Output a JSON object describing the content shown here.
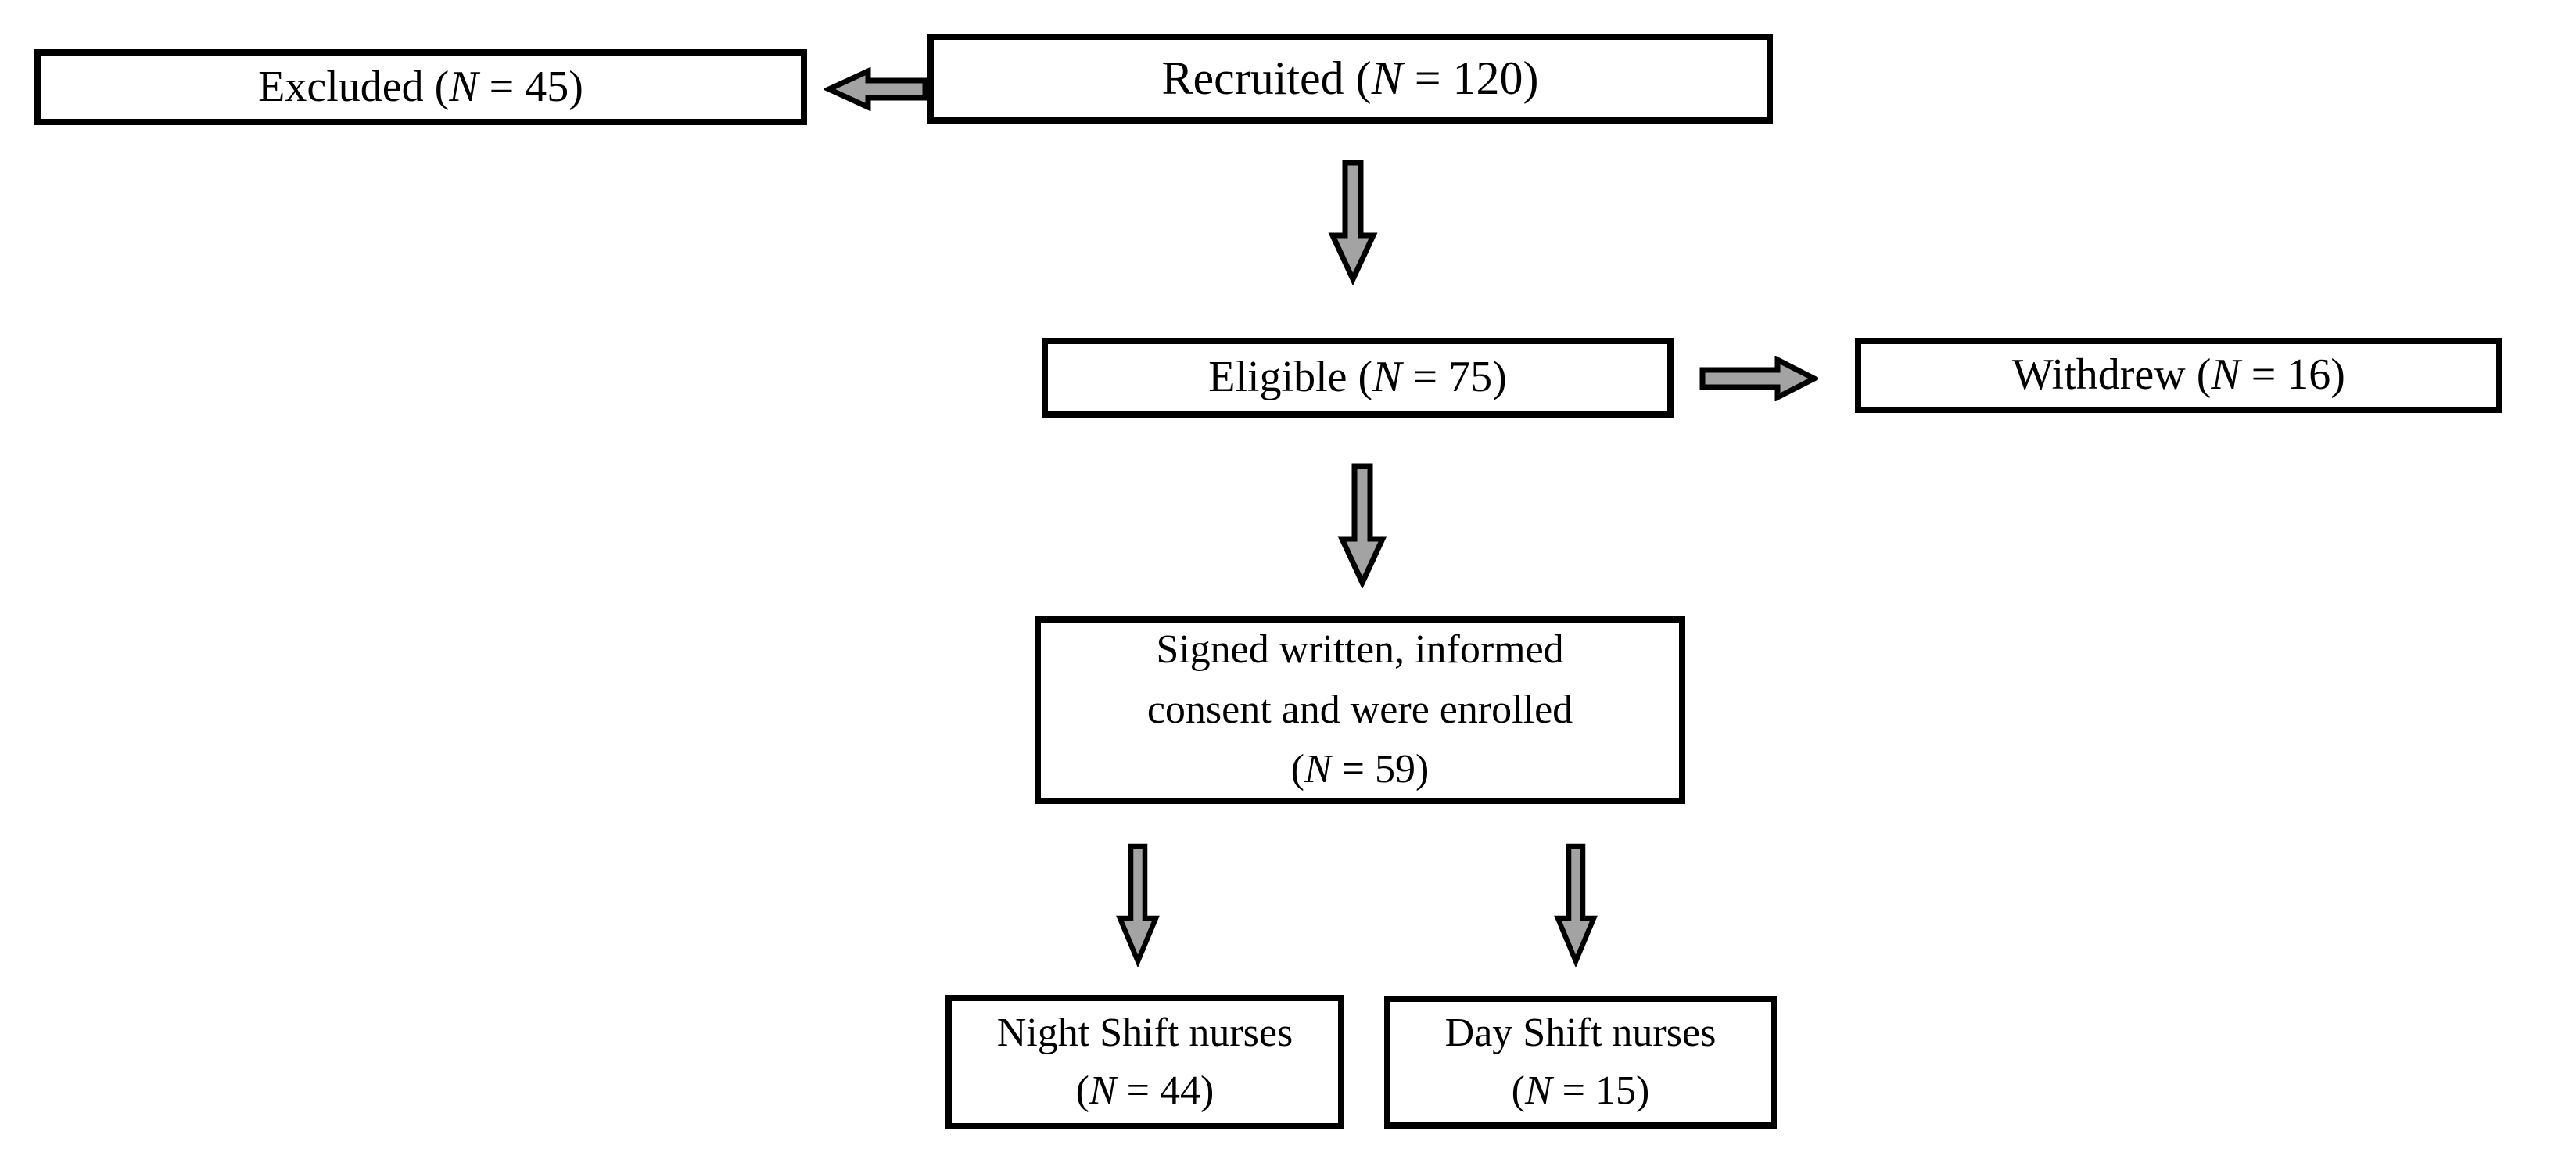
{
  "diagram": {
    "type": "flowchart",
    "description": "Participant recruitment flow diagram with white boxes, black borders and gray block arrows"
  },
  "colors": {
    "background": "#ffffff",
    "box_fill": "#ffffff",
    "box_border": "#000000",
    "text": "#000000",
    "arrow_fill": "#a3a3a3",
    "arrow_outline": "#000000"
  },
  "nodes": {
    "recruited": {
      "pre": "Recruited (",
      "var": "N",
      "post": " = 120)",
      "n_value": 120
    },
    "excluded": {
      "pre": "Excluded (",
      "var": "N",
      "post": " = 45)",
      "n_value": 45
    },
    "eligible": {
      "pre": "Eligible (",
      "var": "N",
      "post": " = 75)",
      "n_value": 75
    },
    "withdrew": {
      "pre": "Withdrew (",
      "var": "N",
      "post": " = 16)",
      "n_value": 16
    },
    "consent": {
      "line1": "Signed written, informed",
      "line2": "consent and were enrolled",
      "pre": "(",
      "var": "N",
      "post": " = 59)",
      "n_value": 59
    },
    "night": {
      "line1": "Night Shift nurses",
      "pre": "(",
      "var": "N",
      "post": " = 44)",
      "n_value": 44
    },
    "day": {
      "line1": "Day Shift nurses",
      "pre": "(",
      "var": "N",
      "post": " = 15)",
      "n_value": 15
    }
  },
  "edges": [
    {
      "from": "recruited",
      "to": "excluded",
      "direction": "left"
    },
    {
      "from": "recruited",
      "to": "eligible",
      "direction": "down"
    },
    {
      "from": "eligible",
      "to": "withdrew",
      "direction": "right"
    },
    {
      "from": "eligible",
      "to": "consent",
      "direction": "down"
    },
    {
      "from": "consent",
      "to": "night",
      "direction": "down"
    },
    {
      "from": "consent",
      "to": "day",
      "direction": "down"
    }
  ]
}
